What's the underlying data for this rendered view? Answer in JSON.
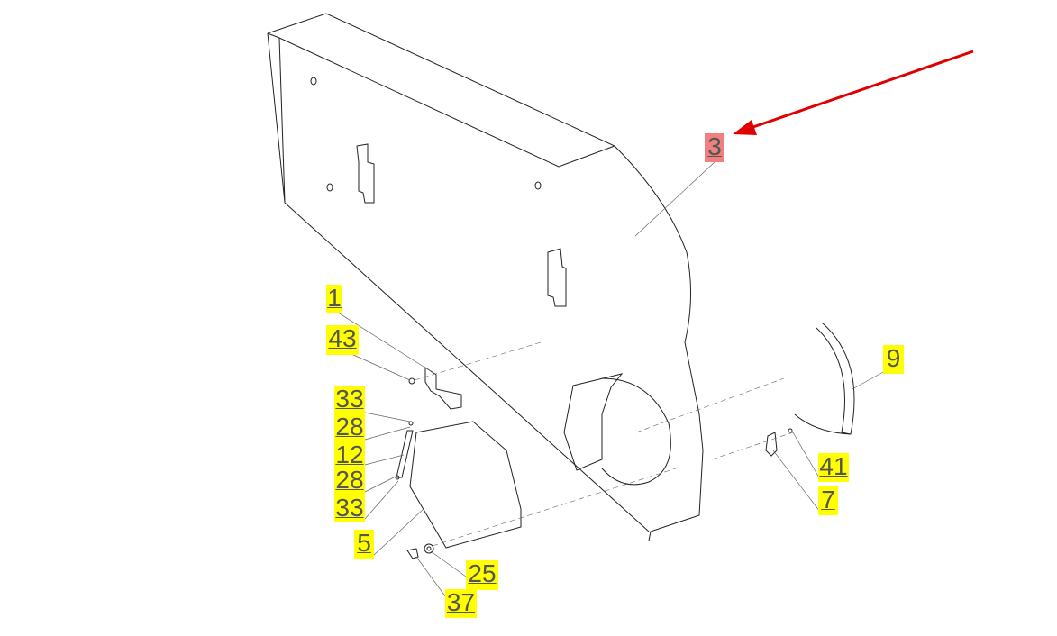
{
  "highlight_colors": {
    "selected": "#f08080",
    "callout": "#ffff00",
    "arrow": "#e00000"
  },
  "selected_part": "3",
  "callouts": [
    "3",
    "1",
    "43",
    "33",
    "28",
    "12",
    "28",
    "33",
    "5",
    "25",
    "37",
    "9",
    "41",
    "7"
  ]
}
